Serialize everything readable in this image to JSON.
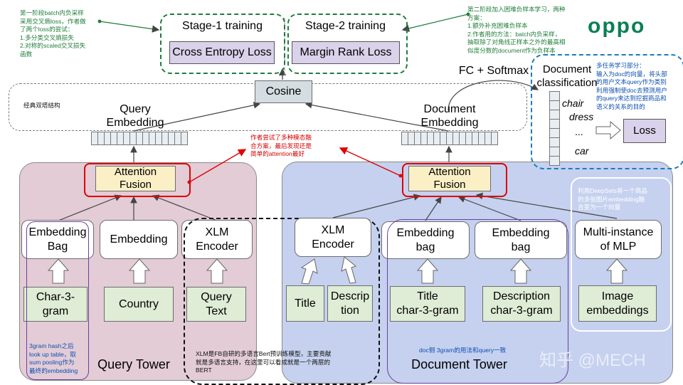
{
  "notes": {
    "stage1": "第一阶段batch内负采样\n采用交叉熵loss，作者做\n了两个loss的尝试：\n1.多分类交叉熵损失\n2.对称的scaled交叉损失\n函数",
    "stage2": "第二阶段加入困难负样本学习，两种\n方案：\n1.额外补充困难负样本\n2.作者用的方法：batch内负采样，\n抽取除了对角线正样本之外的最高相\n似度分数的document作为负样本",
    "dual_tower": "经典双塔结构",
    "attention": "作者尝试了多种模态融\n合方案，最后发现还是\n简单的attention最好",
    "multitask": "多任务学习部分：\n输入为doc的向量，将头部\n的用户文本query作为类别\n利用强制使doc去预测用户\n的query来达到挖掘商品和\n语义的关系的目的",
    "deepsets": "利用DeepSets将一个商品\n的多张图片embedding融\n合变为一个向量",
    "xlm": "XLM是FB自研的多语言Bert预训练模型，主要贡献\n就是多语言支持，在这里可以看成就是一个两层的\nBERT",
    "char3gram": "3gram hash之后\nlook up table，取\nsum pooling作为\n最终的embedding",
    "doc_3gram": "doc侧 3gram的用法和query一致"
  },
  "training": {
    "stage1_title": "Stage-1 training",
    "stage2_title": "Stage-2 training",
    "stage1_loss": "Cross Entropy Loss",
    "stage2_loss": "Margin Rank Loss"
  },
  "cosine": "Cosine",
  "query_embedding": "Query\nEmbedding",
  "document_embedding": "Document\nEmbedding",
  "fc_softmax": "FC + Softmax",
  "doc_classification": "Document\nclassification",
  "classes": [
    "chair",
    "dress",
    "...",
    "car"
  ],
  "loss": "Loss",
  "attention_fusion": "Attention\nFusion",
  "query_tower": {
    "title": "Query Tower",
    "enc": [
      "Embedding\nBag",
      "Embedding",
      "XLM\nEncoder"
    ],
    "inputs": [
      "Char-3-\ngram",
      "Country",
      "Query\nText"
    ]
  },
  "doc_tower": {
    "title": "Document Tower",
    "enc": [
      "XLM\nEncoder",
      "Embedding\nbag",
      "Embedding\nbag",
      "Multi-instance\nof MLP"
    ],
    "inputs": [
      "Title",
      "Descrip\ntion",
      "Title\nchar-3-gram",
      "Description\nchar-3-gram",
      "Image\nembeddings"
    ]
  },
  "logo": "oppo",
  "watermark": "知乎 @MECH",
  "colors": {
    "query_tower_bg": "#e3ccd6",
    "doc_tower_bg": "#c5d1ef",
    "green_box": "#dfecd6",
    "purple_box": "#d9d2ea",
    "yellow_box": "#fbefc6",
    "red": "#e00000",
    "green_dash": "#1f7d3a",
    "blue_dash": "#1e7bbf",
    "purple_outline": "#6b3fa0",
    "logo": "#0a7f54"
  }
}
